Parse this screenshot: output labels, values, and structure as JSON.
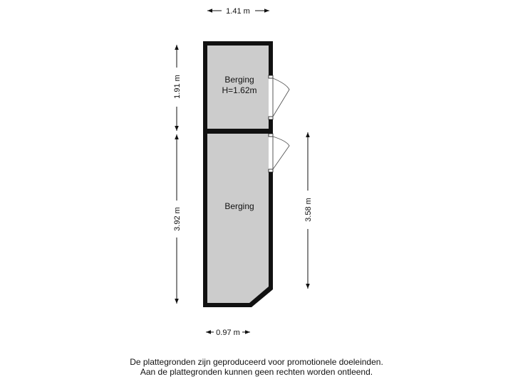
{
  "colors": {
    "wall": "#111111",
    "room_fill": "#cccccc",
    "dimension_line": "#111111",
    "door_swing": "#555555"
  },
  "rooms": [
    {
      "name": "Berging",
      "height_label": "H=1.62m"
    },
    {
      "name": "Berging"
    }
  ],
  "dimensions": {
    "top_width": "1.41 m",
    "bottom_width": "0.97 m",
    "left_upper": "1.91 m",
    "left_lower": "3.92 m",
    "right": "3.58 m"
  },
  "footer": {
    "line1": "De plattegronden zijn geproduceerd voor promotionele doeleinden.",
    "line2": "Aan de plattegronden kunnen geen rechten worden ontleend."
  }
}
